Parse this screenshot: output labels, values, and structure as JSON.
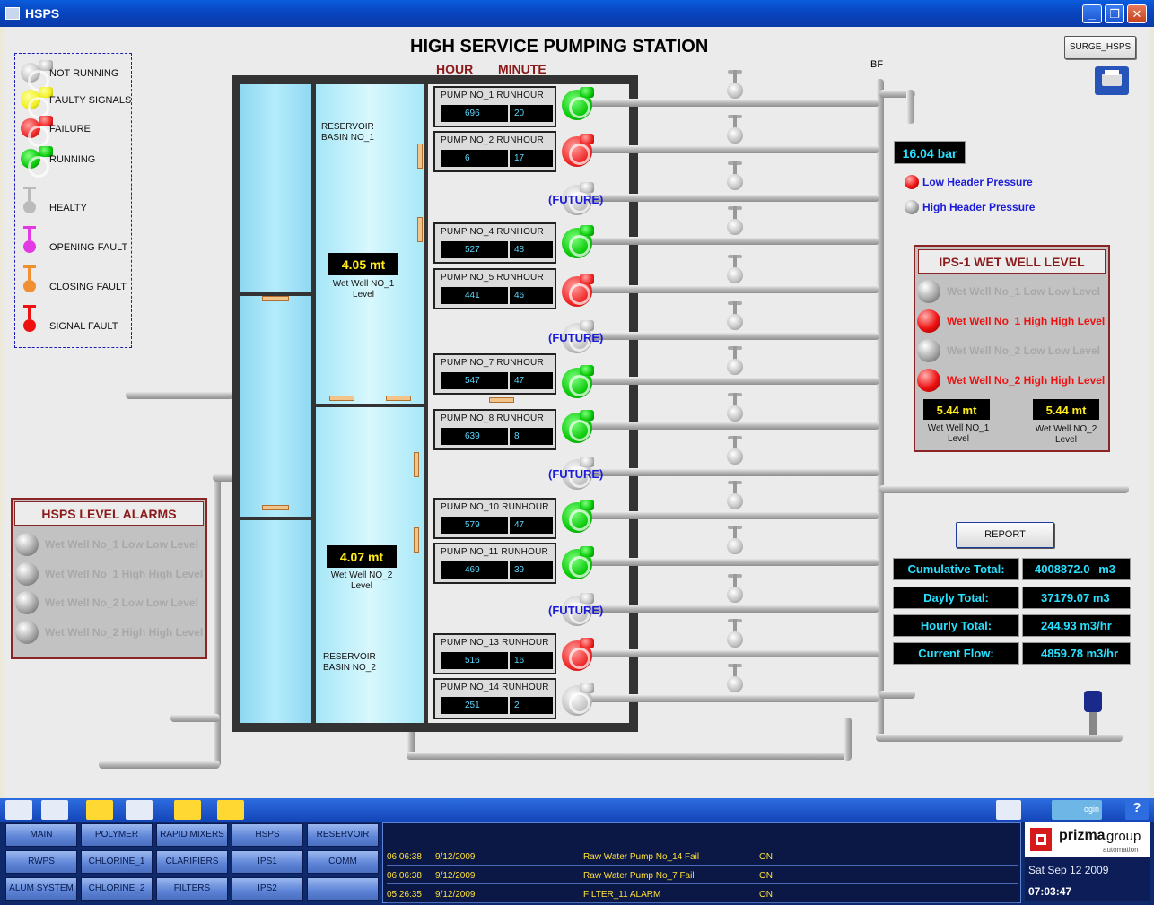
{
  "window": {
    "title": "HSPS",
    "buttons": [
      "_",
      "❐",
      "✕"
    ]
  },
  "page": {
    "title": "HIGH SERVICE PUMPING STATION",
    "hour_label": "HOUR",
    "minute_label": "MINUTE",
    "surge_button": "SURGE_HSPS",
    "bf_label": "BF"
  },
  "legend": [
    {
      "label": "NOT RUNNING",
      "icon": "pump-grey-icon"
    },
    {
      "label": "FAULTY SIGNALS",
      "icon": "pump-yellow-icon"
    },
    {
      "label": "FAILURE",
      "icon": "pump-red-icon"
    },
    {
      "label": "RUNNING",
      "icon": "pump-green-icon"
    },
    {
      "label": "HEALTY",
      "icon": "valve-grey-icon"
    },
    {
      "label": "OPENING FAULT",
      "icon": "valve-magenta-icon"
    },
    {
      "label": "CLOSING FAULT",
      "icon": "valve-orange-icon"
    },
    {
      "label": "SIGNAL FAULT",
      "icon": "valve-red-icon"
    }
  ],
  "reservoirs": {
    "basin1": "RESERVOIR\nBASIN NO_1",
    "basin2": "RESERVOIR\nBASIN NO_2",
    "ww1_value": "4.05 mt",
    "ww1_label": "Wet Well NO_1\nLevel",
    "ww2_value": "4.07 mt",
    "ww2_label": "Wet Well NO_2\nLevel"
  },
  "pumps": [
    {
      "label": "PUMP NO_1 RUNHOUR",
      "hour": "696",
      "minute": "20",
      "status": "green"
    },
    {
      "label": "PUMP NO_2 RUNHOUR",
      "hour": "6",
      "minute": "17",
      "status": "red"
    },
    {
      "label": "(FUTURE)",
      "status": "grey"
    },
    {
      "label": "PUMP NO_4 RUNHOUR",
      "hour": "527",
      "minute": "48",
      "status": "green"
    },
    {
      "label": "PUMP NO_5 RUNHOUR",
      "hour": "441",
      "minute": "46",
      "status": "red"
    },
    {
      "label": "(FUTURE)",
      "status": "grey"
    },
    {
      "label": "PUMP NO_7 RUNHOUR",
      "hour": "547",
      "minute": "47",
      "status": "green"
    },
    {
      "label": "PUMP NO_8 RUNHOUR",
      "hour": "639",
      "minute": "8",
      "status": "green"
    },
    {
      "label": "(FUTURE)",
      "status": "grey"
    },
    {
      "label": "PUMP NO_10 RUNHOUR",
      "hour": "579",
      "minute": "47",
      "status": "green"
    },
    {
      "label": "PUMP NO_11 RUNHOUR",
      "hour": "469",
      "minute": "39",
      "status": "green"
    },
    {
      "label": "(FUTURE)",
      "status": "grey"
    },
    {
      "label": "PUMP NO_13 RUNHOUR",
      "hour": "516",
      "minute": "16",
      "status": "red"
    },
    {
      "label": "PUMP NO_14 RUNHOUR",
      "hour": "251",
      "minute": "2",
      "status": "grey"
    }
  ],
  "pressure": {
    "value": "16.04 bar",
    "low": "Low Header Pressure",
    "high": "High Header Pressure"
  },
  "ips1": {
    "title": "IPS-1 WET WELL LEVEL",
    "alarms": [
      {
        "label": "Wet Well No_1 Low Low Level",
        "state": "off"
      },
      {
        "label": "Wet Well No_1 High High Level",
        "state": "on"
      },
      {
        "label": "Wet Well No_2 Low Low Level",
        "state": "off"
      },
      {
        "label": "Wet Well No_2 High High Level",
        "state": "on"
      }
    ],
    "ww1_value": "5.44 mt",
    "ww1_label": "Wet Well NO_1\nLevel",
    "ww2_value": "5.44 mt",
    "ww2_label": "Wet Well NO_2\nLevel"
  },
  "hsps_alarms": {
    "title": "HSPS LEVEL ALARMS",
    "alarms": [
      {
        "label": "Wet Well No_1 Low Low Level",
        "state": "off"
      },
      {
        "label": "Wet Well No_1 High High Level",
        "state": "off"
      },
      {
        "label": "Wet Well No_2 Low Low Level",
        "state": "off"
      },
      {
        "label": "Wet Well No_2 High High Level",
        "state": "off"
      }
    ]
  },
  "totals": {
    "report_button": "REPORT",
    "rows": [
      {
        "label": "Cumulative Total:",
        "value": "4008872.0",
        "unit": "m3"
      },
      {
        "label": "Dayly Total:",
        "value": "37179.07 m3",
        "unit": ""
      },
      {
        "label": "Hourly Total:",
        "value": "244.93 m3/hr",
        "unit": ""
      },
      {
        "label": "Current Flow:",
        "value": "4859.78 m3/hr",
        "unit": ""
      }
    ]
  },
  "nav": [
    [
      "MAIN",
      "POLYMER",
      "RAPID MIXERS",
      "HSPS",
      "RESERVOIR"
    ],
    [
      "RWPS",
      "CHLORINE_1",
      "CLARIFIERS",
      "IPS1",
      "COMM"
    ],
    [
      "ALUM SYSTEM",
      "CHLORINE_2",
      "FILTERS",
      "IPS2",
      ""
    ]
  ],
  "alarm_log": [
    {
      "time": "06:06:38",
      "date": "9/12/2009",
      "message": "Raw Water Pump No_14 Fail",
      "state": "ON"
    },
    {
      "time": "06:06:38",
      "date": "9/12/2009",
      "message": "Raw Water Pump No_7 Fail",
      "state": "ON"
    },
    {
      "time": "05:26:35",
      "date": "9/12/2009",
      "message": "FILTER_11  ALARM",
      "state": "ON"
    }
  ],
  "brand": {
    "name": "prizma",
    "suffix": "group",
    "tagline": "automation",
    "date": "Sat Sep 12 2009",
    "time": "07:03:47"
  },
  "toolbar": {
    "login_label": "ogin"
  },
  "colors": {
    "running": "#09c909",
    "failure": "#f02828",
    "not_running": "#c2c2c2",
    "accent_title": "#8b1a1a",
    "display_cyan": "#29e0ff"
  }
}
